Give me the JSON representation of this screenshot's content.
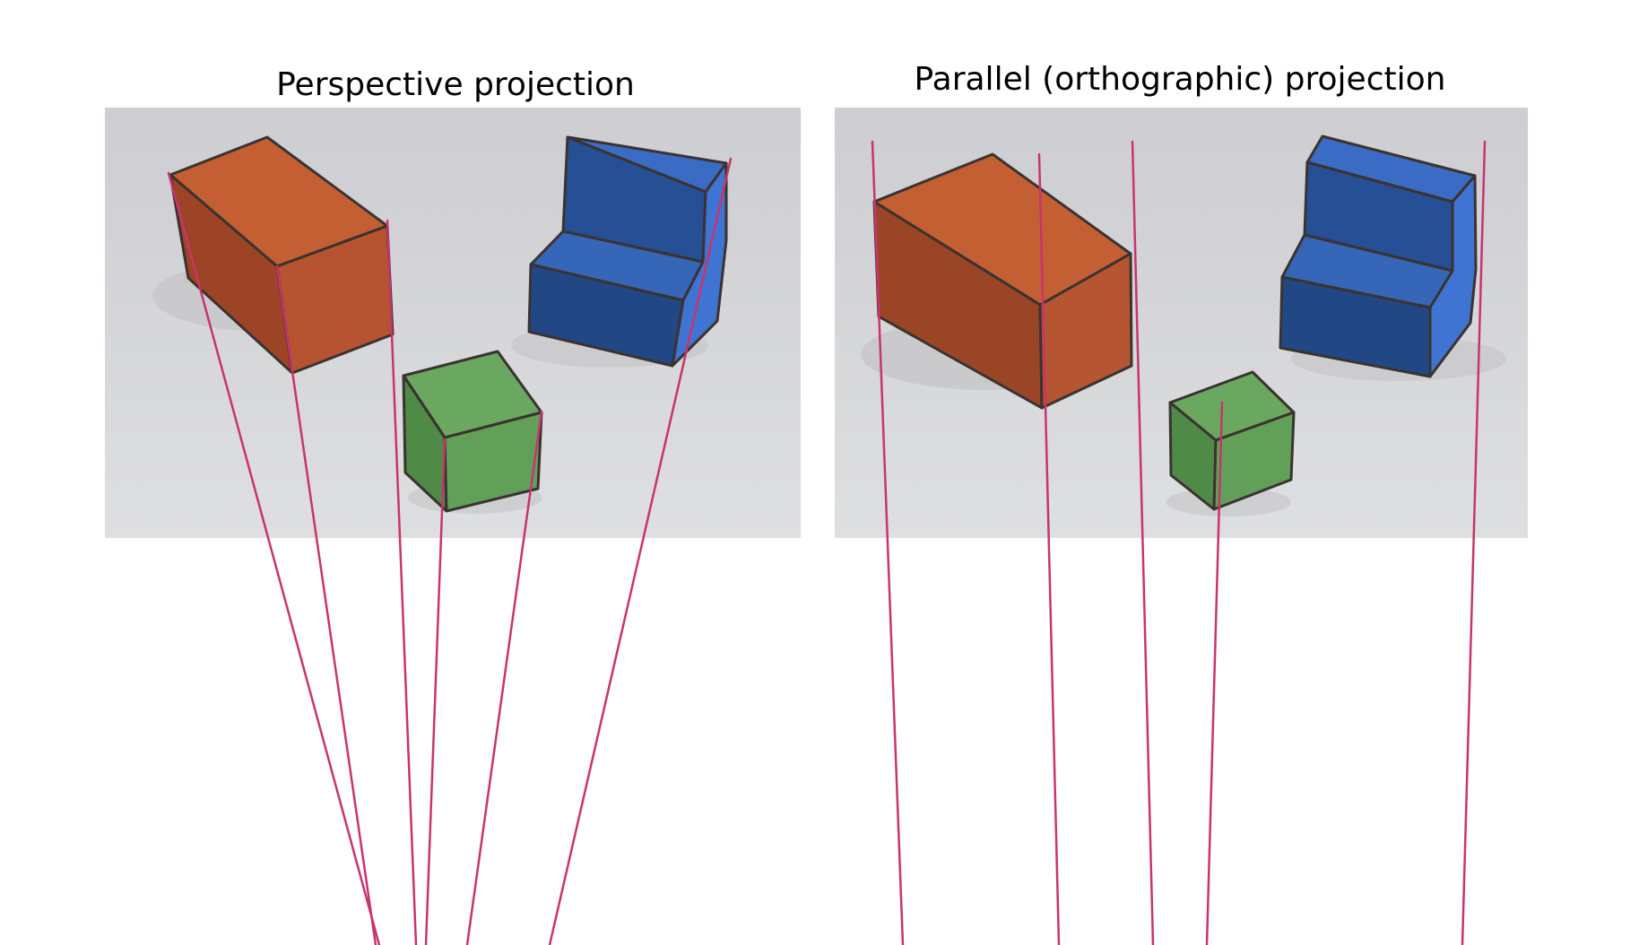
{
  "titles": {
    "perspective": "Perspective projection",
    "parallel": "Parallel (orthographic) projection"
  },
  "colors": {
    "background": "#ffffff",
    "photo_background": "#d9d9dc",
    "line": "#c8346f",
    "orange_box": "#c0562f",
    "blue_box": "#2d5aa8",
    "green_box": "#5f9c56",
    "edge": "#3a3330"
  },
  "panels": [
    {
      "id": "perspective",
      "projection": "perspective",
      "objects": [
        "orange-box",
        "blue-step-block",
        "green-cube"
      ],
      "projector_count": 6
    },
    {
      "id": "parallel",
      "projection": "parallel",
      "objects": [
        "orange-box",
        "blue-step-block",
        "green-cube"
      ],
      "projector_count": 5
    }
  ]
}
